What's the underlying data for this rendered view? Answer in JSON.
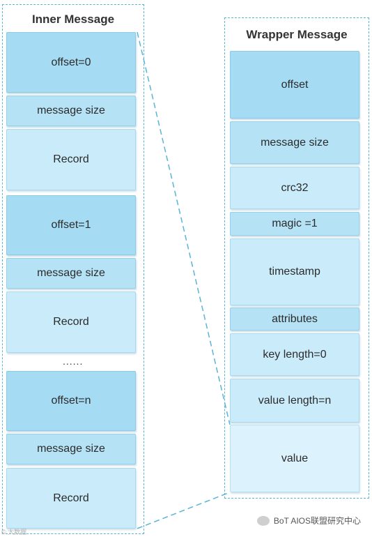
{
  "inner": {
    "title": "Inner Message",
    "groups": [
      {
        "offset": "offset=0",
        "size": "message size",
        "record": "Record"
      },
      {
        "offset": "offset=1",
        "size": "message size",
        "record": "Record"
      },
      {
        "offset": "offset=n",
        "size": "message size",
        "record": "Record"
      }
    ],
    "ellipsis": "......"
  },
  "wrapper": {
    "title": "Wrapper Message",
    "fields": [
      "offset",
      "message size",
      "crc32",
      "magic =1",
      "timestamp",
      "attributes",
      "key length=0",
      "value length=n",
      "value"
    ]
  },
  "watermark": {
    "left": "© 大数据",
    "right": "BoT AIOS联盟研究中心"
  },
  "colors": {
    "border": "#5ab4d6",
    "dark": "#a5dcf4",
    "mid": "#b5e2f5",
    "light": "#c9ebfa",
    "pale": "#dcf2fc"
  }
}
